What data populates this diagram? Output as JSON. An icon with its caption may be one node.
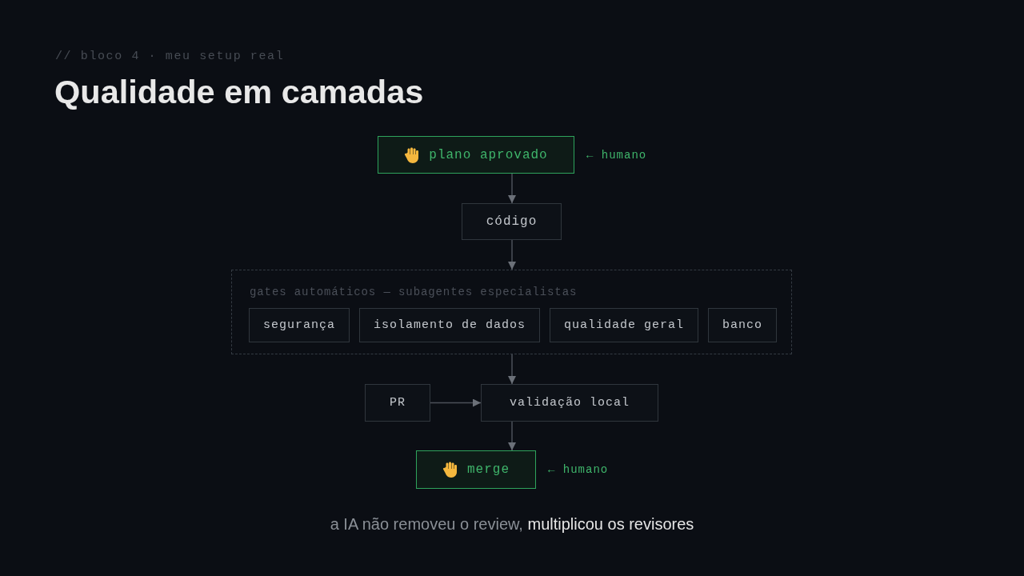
{
  "diagram": {
    "title": "Qualidade em camadas",
    "caption": "a IA não removeu o review, **multiplicou os revisores**",
    "nodes": [
      {
        "text": [
          "plano aprovado"
        ],
        "beside": [
          "← humano"
        ]
      },
      {
        "text": [
          "código"
        ]
      },
      {
        "text": [
          "gates automáticos — subagentes especialistas"
        ]
      },
      {
        "text": [
          "segurança"
        ],
        "in": 2
      },
      {
        "text": [
          "isolamento de dados"
        ],
        "in": 2
      },
      {
        "text": [
          "qualidade geral"
        ],
        "in": 2
      },
      {
        "text": [
          "banco"
        ],
        "in": 2
      },
      {
        "text": [
          "PR"
        ]
      },
      {
        "text": [
          "validação local"
        ]
      },
      {
        "text": [
          "merge"
        ],
        "beside": [
          "← humano"
        ]
      }
    ],
    "edges": [
      {
        "from": 0,
        "to": 1,
        "arrow": "to"
      },
      {
        "from": 1,
        "to": 2,
        "arrow": "to"
      },
      {
        "from": 2,
        "to": 8,
        "arrow": "to"
      },
      {
        "from": 7,
        "to": 8,
        "arrow": "to"
      },
      {
        "from": 8,
        "to": 9,
        "arrow": "to"
      }
    ],
    "labels": [
      "// bloco 4 · meu setup real"
    ]
  }
}
